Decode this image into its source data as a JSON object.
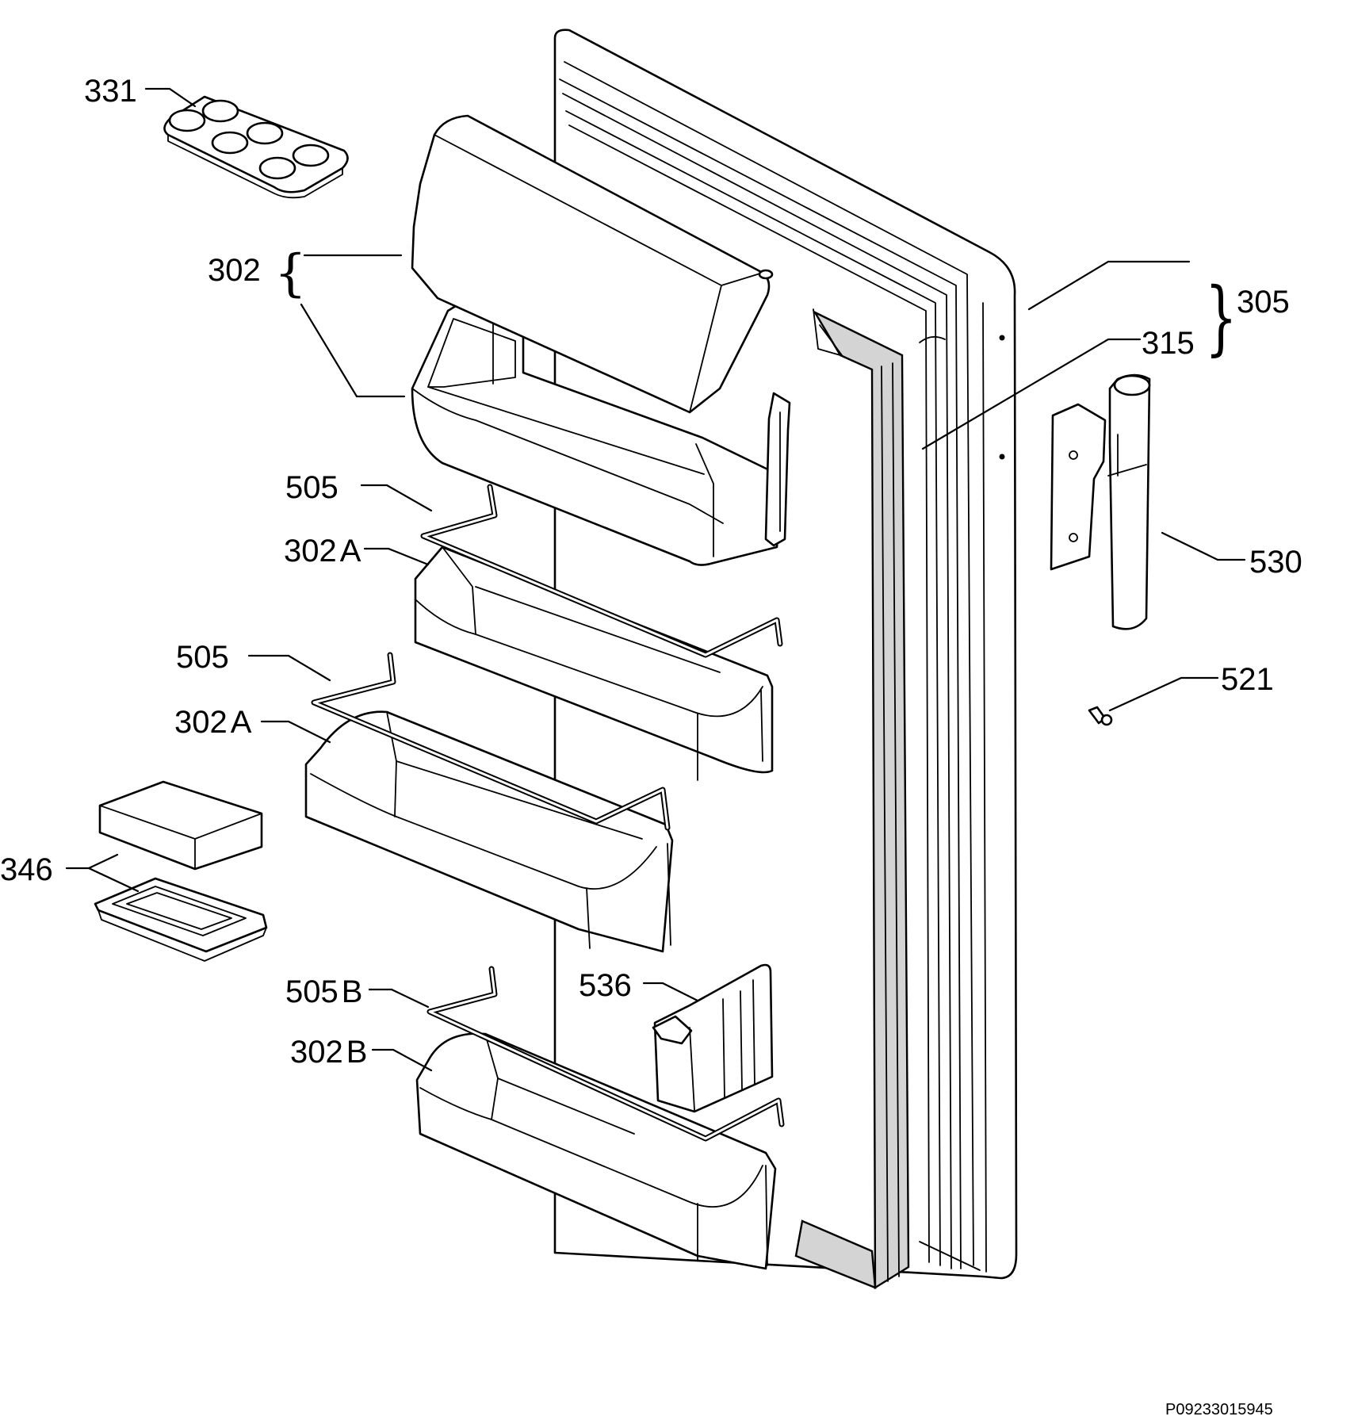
{
  "diagram": {
    "callouts": {
      "egg_tray": "331",
      "dairy_compartment": "302",
      "door_assembly": "305",
      "door_gasket": "315",
      "handle": "530",
      "screw": "521",
      "bar_upper": "505",
      "shelf_upper": "302",
      "shelf_upper_suffix": "A",
      "bar_middle": "505",
      "shelf_middle": "302",
      "shelf_middle_suffix": "A",
      "butter_dish": "346",
      "bar_lower": "505",
      "bar_lower_suffix": "B",
      "shelf_lower": "302",
      "shelf_lower_suffix": "B",
      "bottle_retainer": "536"
    },
    "braces": {
      "left": "{",
      "right": "}"
    },
    "reference_code": "P09233015945"
  }
}
